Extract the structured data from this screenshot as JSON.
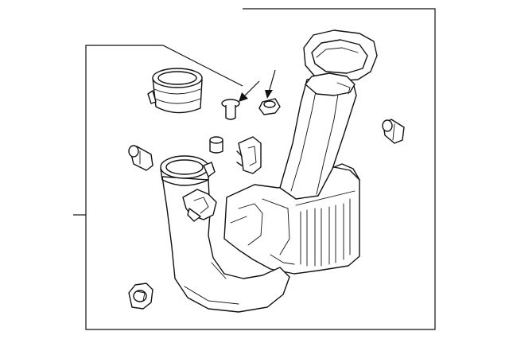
{
  "diagram": {
    "kind": "exploded-parts-diagram",
    "background": "#ffffff",
    "line_color": "#111111",
    "parts": [
      "air-cleaner-housing",
      "intake-duct",
      "outlet-tube",
      "connector-hose",
      "clamp-clip",
      "push-pin",
      "grommet-nut",
      "small-sleeve",
      "rubber-mount-left",
      "rubber-mount-right",
      "mount-bushing"
    ],
    "callout_arrows": 2
  }
}
